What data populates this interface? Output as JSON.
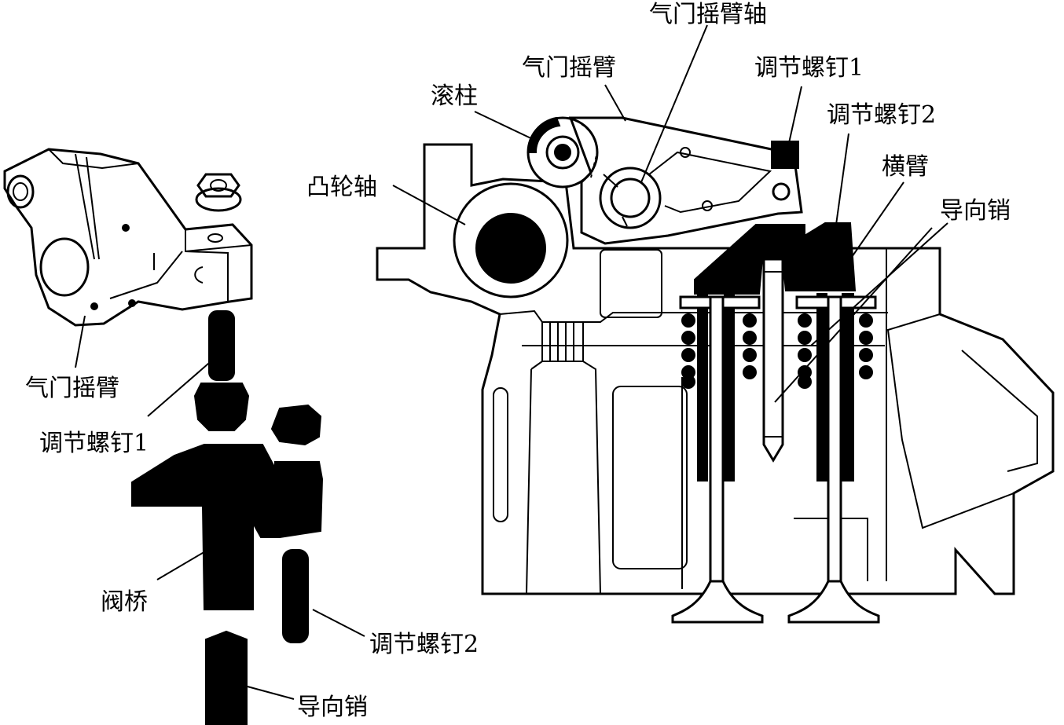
{
  "labels": {
    "left": {
      "rocker_arm": "气门摇臂",
      "adjusting_screw_1": "调节螺钉1",
      "valve_bridge": "阀桥",
      "adjusting_screw_2": "调节螺钉2",
      "guide_pin": "导向销"
    },
    "right": {
      "rocker_shaft": "气门摇臂轴",
      "rocker_arm": "气门摇臂",
      "roller": "滚柱",
      "camshaft": "凸轮轴",
      "adjusting_screw_1": "调节螺钉1",
      "adjusting_screw_2": "调节螺钉2",
      "cross_arm": "横臂",
      "guide_pin": "导向销"
    }
  },
  "colors": {
    "ink": "#000000",
    "paper": "#ffffff"
  }
}
